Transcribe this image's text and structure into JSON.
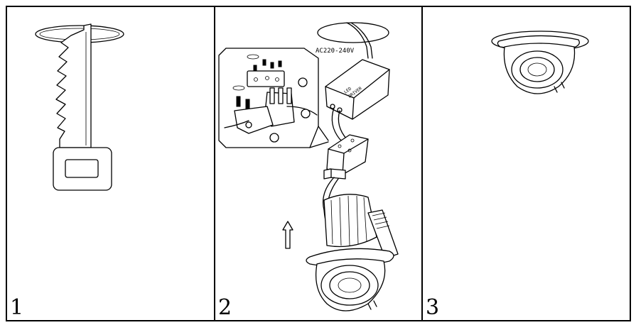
{
  "panels": [
    {
      "step": "1"
    },
    {
      "step": "2",
      "voltage_label": "AC220-240V",
      "driver_label_line1": "LED",
      "driver_label_line2": "DRIVER"
    },
    {
      "step": "3"
    }
  ],
  "colors": {
    "line": "#000000",
    "background": "#ffffff"
  }
}
